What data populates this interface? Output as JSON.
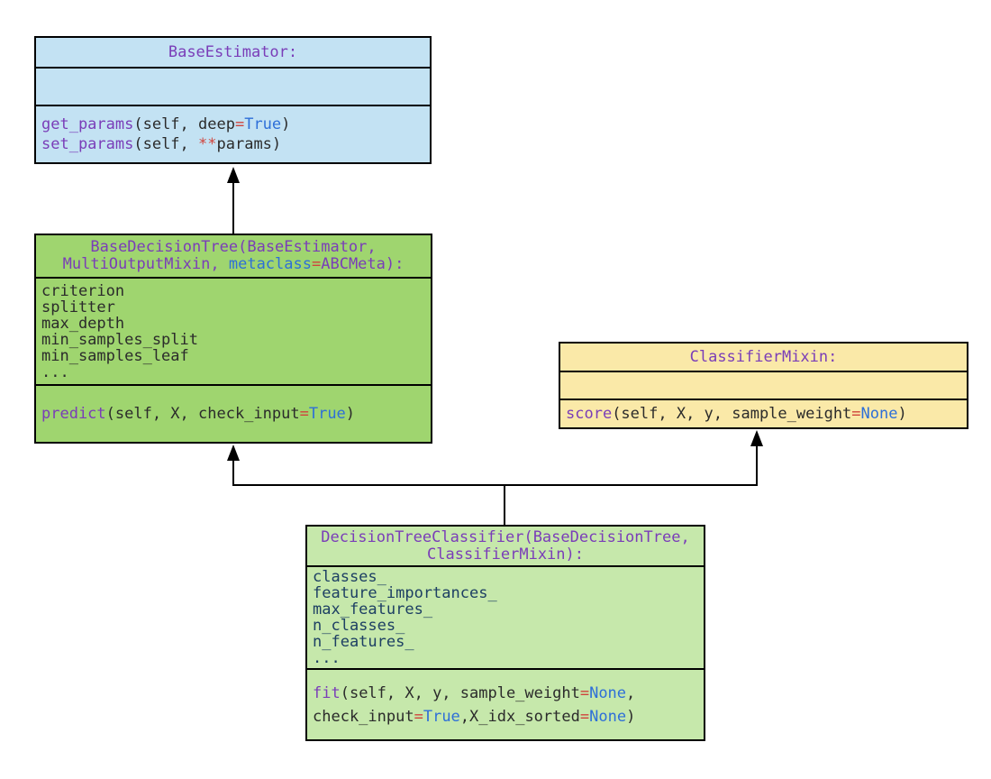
{
  "colors": {
    "canvas-bg": "#ffffff",
    "border": "#000000",
    "box-blue": "#c3e2f3",
    "box-green": "#9fd56f",
    "box-yellow": "#fae9a8",
    "box-lightgreen": "#c6e8ab",
    "tok-purple": "#7a3db8",
    "tok-blue": "#2e6fd8",
    "tok-red": "#d0443c",
    "tok-dark": "#2b2b2b",
    "tok-navy": "#1d3f63",
    "arrow": "#000000"
  },
  "boxes": {
    "base_estimator": {
      "title_lines": [
        [
          {
            "t": "BaseEstimator:",
            "c": "purple"
          }
        ]
      ],
      "attributes": [],
      "methods": [
        [
          {
            "t": "get_params",
            "c": "purple"
          },
          {
            "t": "(self, deep",
            "c": "dark"
          },
          {
            "t": "=",
            "c": "red"
          },
          {
            "t": "True",
            "c": "blue"
          },
          {
            "t": ")",
            "c": "dark"
          }
        ],
        [
          {
            "t": "set_params",
            "c": "purple"
          },
          {
            "t": "(self, ",
            "c": "dark"
          },
          {
            "t": "**",
            "c": "red"
          },
          {
            "t": "params)",
            "c": "dark"
          }
        ]
      ]
    },
    "base_decision_tree": {
      "title_lines": [
        [
          {
            "t": "BaseDecisionTree(BaseEstimator,",
            "c": "purple"
          }
        ],
        [
          {
            "t": "MultiOutputMixin, ",
            "c": "purple"
          },
          {
            "t": "metaclass",
            "c": "blue"
          },
          {
            "t": "=",
            "c": "red"
          },
          {
            "t": "ABCMeta):",
            "c": "purple"
          }
        ]
      ],
      "attributes": [
        [
          {
            "t": "criterion",
            "c": "dark"
          }
        ],
        [
          {
            "t": "splitter",
            "c": "dark"
          }
        ],
        [
          {
            "t": "max_depth",
            "c": "dark"
          }
        ],
        [
          {
            "t": "min_samples_split",
            "c": "dark"
          }
        ],
        [
          {
            "t": "min_samples_leaf",
            "c": "dark"
          }
        ],
        [
          {
            "t": "...",
            "c": "dark"
          }
        ]
      ],
      "methods": [
        [
          {
            "t": "predict",
            "c": "purple"
          },
          {
            "t": "(self, X, check_input",
            "c": "dark"
          },
          {
            "t": "=",
            "c": "red"
          },
          {
            "t": "True",
            "c": "blue"
          },
          {
            "t": ")",
            "c": "dark"
          }
        ]
      ]
    },
    "classifier_mixin": {
      "title_lines": [
        [
          {
            "t": "ClassifierMixin:",
            "c": "purple"
          }
        ]
      ],
      "attributes": [],
      "methods": [
        [
          {
            "t": "score",
            "c": "purple"
          },
          {
            "t": "(self, X, y, sample_weight",
            "c": "dark"
          },
          {
            "t": "=",
            "c": "red"
          },
          {
            "t": "None",
            "c": "blue"
          },
          {
            "t": ")",
            "c": "dark"
          }
        ]
      ]
    },
    "decision_tree_classifier": {
      "title_lines": [
        [
          {
            "t": "DecisionTreeClassifier(BaseDecisionTree,",
            "c": "purple"
          }
        ],
        [
          {
            "t": "ClassifierMixin):",
            "c": "purple"
          }
        ]
      ],
      "attributes": [
        [
          {
            "t": "classes_",
            "c": "navy"
          }
        ],
        [
          {
            "t": "feature_importances_",
            "c": "navy"
          }
        ],
        [
          {
            "t": "max_features_",
            "c": "navy"
          }
        ],
        [
          {
            "t": "n_classes_",
            "c": "navy"
          }
        ],
        [
          {
            "t": "n_features_",
            "c": "navy"
          }
        ],
        [
          {
            "t": "...",
            "c": "navy"
          }
        ]
      ],
      "methods": [
        [
          {
            "t": "fit",
            "c": "purple"
          },
          {
            "t": "(self, X, y, sample_weight",
            "c": "dark"
          },
          {
            "t": "=",
            "c": "red"
          },
          {
            "t": "None",
            "c": "blue"
          },
          {
            "t": ",",
            "c": "dark"
          }
        ],
        [
          {
            "t": "check_input",
            "c": "dark"
          },
          {
            "t": "=",
            "c": "red"
          },
          {
            "t": "True",
            "c": "blue"
          },
          {
            "t": ",X_idx_sorted",
            "c": "dark"
          },
          {
            "t": "=",
            "c": "red"
          },
          {
            "t": "None",
            "c": "blue"
          },
          {
            "t": ")",
            "c": "dark"
          }
        ]
      ]
    }
  },
  "inheritance": [
    {
      "from": "BaseDecisionTree",
      "to": "BaseEstimator"
    },
    {
      "from": "DecisionTreeClassifier",
      "to": "BaseDecisionTree"
    },
    {
      "from": "DecisionTreeClassifier",
      "to": "ClassifierMixin"
    }
  ]
}
